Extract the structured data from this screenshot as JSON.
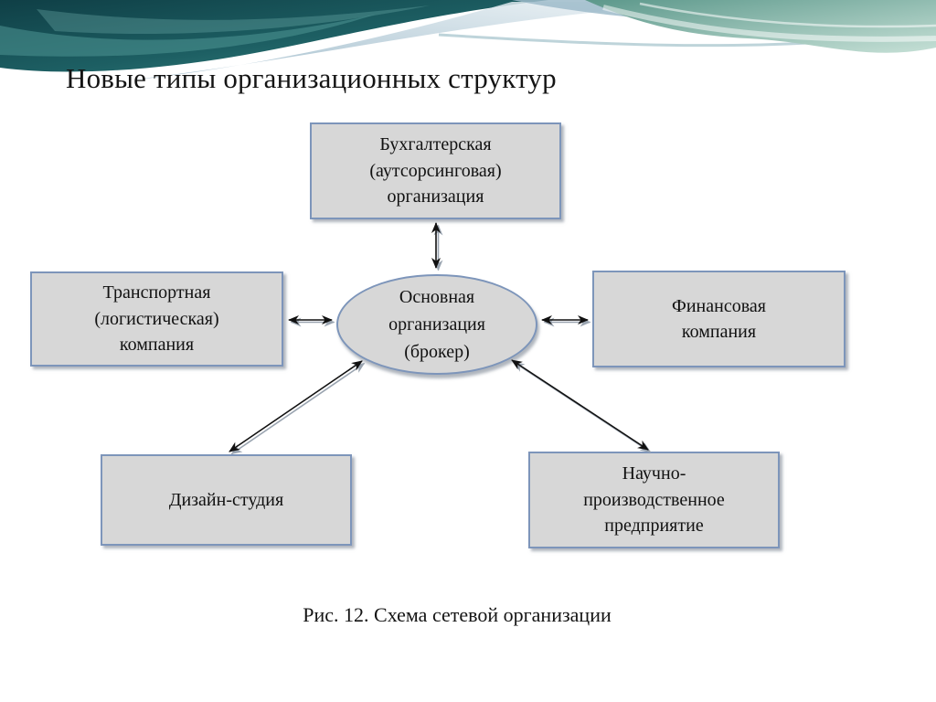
{
  "slide": {
    "title": "Новые типы организационных структур",
    "caption": "Рис. 12. Схема сетевой организации"
  },
  "diagram": {
    "center": {
      "id": "broker",
      "label": "Основная\nорганизация\n(брокер)"
    },
    "nodes": [
      {
        "id": "accounting",
        "position": "top",
        "label": "Бухгалтерская\n(аутсорсинговая)\nорганизация"
      },
      {
        "id": "transport",
        "position": "left",
        "label": "Транспортная\n(логистическая)\nкомпания"
      },
      {
        "id": "finance",
        "position": "right",
        "label": "Финансовая\nкомпания"
      },
      {
        "id": "design",
        "position": "bottom-left",
        "label": "Дизайн-студия"
      },
      {
        "id": "production",
        "position": "bottom-right",
        "label": "Научно-\nпроизводственное\nпредприятие"
      }
    ],
    "connectors": [
      {
        "from": "broker",
        "to": "accounting",
        "style": "double-headed-arrow"
      },
      {
        "from": "broker",
        "to": "transport",
        "style": "double-headed-arrow"
      },
      {
        "from": "broker",
        "to": "finance",
        "style": "double-headed-arrow"
      },
      {
        "from": "broker",
        "to": "design",
        "style": "double-headed-arrow"
      },
      {
        "from": "broker",
        "to": "production",
        "style": "double-headed-arrow"
      }
    ],
    "colors": {
      "node_fill": "#d7d7d7",
      "node_border": "#7d95ba",
      "arrow": "#111111",
      "arrow_shadow": "#9aa4b0",
      "wave_dark_teal": "#1d5f63",
      "wave_glass_green": "#7fae9f",
      "wave_steel_blue": "#a9c2d1",
      "text": "#141414"
    }
  }
}
